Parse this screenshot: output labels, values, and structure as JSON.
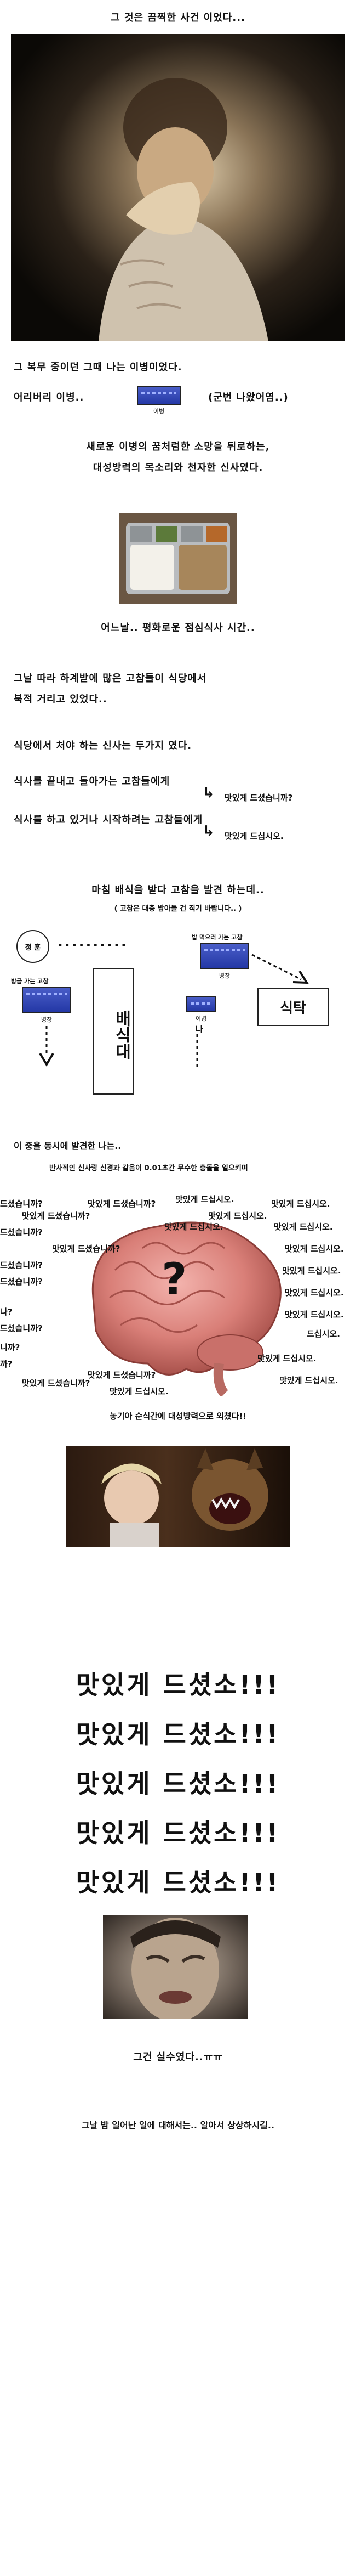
{
  "s1": {
    "caption": "그 것은 끔찍한 사건 이었다..."
  },
  "s2": {
    "line1": "그 복무 중이던 그때 나는 이병이었다.",
    "line2_prefix": "어리버리 이병..",
    "line2_badge": "이병",
    "line2_suffix": "(군번 나왔어염..)",
    "line3": "새로운 이병의 꿈처럼한 소망을 뒤로하는,",
    "line4": "대성방력의 목소리와 천자한 신사였다."
  },
  "s3": {
    "caption": "어느날.. 평화로운 점심식사 시간.."
  },
  "s4": {
    "line1": "그날 따라 하계받에 많은 고참들이 식당에서",
    "line2": "북적 거리고 있었다.."
  },
  "s5": {
    "line1": "식당에서 처야 하는 신사는 두가지 였다.",
    "row1_left": "식사를 끝내고 돌아가는 고참들에게",
    "row1_right": "맛있게 드셨습니까?",
    "row2_left": "식사를 하고 있거나 시작하려는 고참들에게",
    "row2_right": "맛있게 드십시오.",
    "arrow": "↳"
  },
  "s6": {
    "title": "마침 배식을 받다 고참을 발견 하는데..",
    "subtitle": "( 고참은 대충 밥아들 건 직기 바랍니다.. )",
    "circle": "정 훈",
    "dots": "..........",
    "badge_left_top": "방금 가는 고참",
    "badge_left": "병장",
    "badge_right_top": "밥 먹으러 가는 고참",
    "badge_right": "병장",
    "counter": "배식대",
    "me_badge": "이병",
    "me_label": "나",
    "table": "식탁"
  },
  "s7": {
    "line1": "이 중을 동시에 발견한 나는..",
    "line2": "반사적인 신사랑 신경과 같음이 0.01초간 무수한 충돌을 일으키며"
  },
  "brain": {
    "q": "?",
    "words_left": [
      "드셨습니까?",
      "맛있게 드셨습니까?",
      "드셨습니까?",
      "드셨습니까?",
      "드셨습니까?",
      "나?",
      "드셨습니까?",
      "니까?",
      "까?"
    ],
    "words_top": [
      "맛있게 드셨습니까?",
      "맛있게 드십시오.",
      "맛있게 드십시오.",
      "맛있게 드셨습니까?",
      "맛있게 드십시오."
    ],
    "words_right": [
      "맛있게 드십시오.",
      "맛있게 드십시오.",
      "맛있게 드십시오.",
      "맛있게 드십시오.",
      "맛있게 드십시오.",
      "맛있게 드십시오.",
      "드십시오.",
      "맛있게 드십시오.",
      "맛있게 드십시오."
    ],
    "words_bottom": [
      "맛있게 드셨습니까?",
      "맛있게 드셨습니까?",
      "맛있게 드십시오."
    ]
  },
  "s8": {
    "caption": "놓기아 순식간에 대성방력으로 외쳤다!!"
  },
  "shout": {
    "lines": [
      "맛있게 드셨소!!!",
      "맛있게 드셨소!!!",
      "맛있게 드셨소!!!",
      "맛있게 드셨소!!!",
      "맛있게 드셨소!!!"
    ]
  },
  "s9": {
    "caption": "그건 실수였다..ㅠㅠ"
  },
  "s10": {
    "caption": "그날 밤 일어난 일에 대해서는.. 알아서 상상하시길.."
  }
}
